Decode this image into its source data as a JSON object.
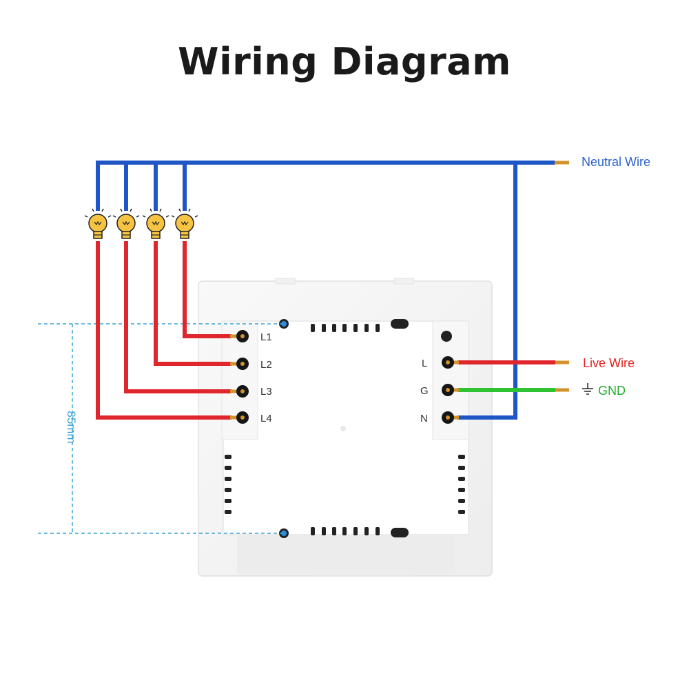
{
  "title": "Wiring Diagram",
  "labels": {
    "neutral_wire": "Neutral Wire",
    "live_wire": "Live Wire",
    "gnd": "GND",
    "dimension": "85mm"
  },
  "terminals": {
    "left": [
      "L1",
      "L2",
      "L3",
      "L4"
    ],
    "right": [
      "L",
      "G",
      "N"
    ]
  },
  "icons": [
    "light-bulb-icon",
    "ground-symbol-icon"
  ],
  "colors": {
    "neutral": "#1f56c6",
    "live": "#e0262d",
    "ground": "#2fc232",
    "copper": "#d4922a",
    "neutral_text": "#2b62c9",
    "live_text": "#e0201f",
    "gnd_text": "#1fae2a",
    "dimension": "#3aa3d6"
  }
}
